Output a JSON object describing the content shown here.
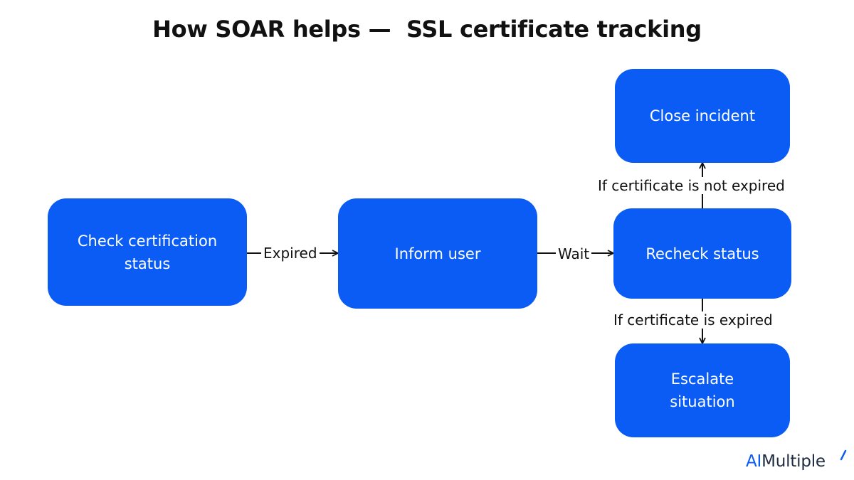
{
  "title": "How SOAR helps —  SSL certificate tracking",
  "nodes": {
    "check": "Check certification\nstatus",
    "inform": "Inform user",
    "recheck": "Recheck status",
    "close": "Close incident",
    "escalate": "Escalate\nsituation"
  },
  "edges": {
    "expired": "Expired",
    "wait": "Wait",
    "not_expired": "If certificate is not expired",
    "is_expired": "If certificate is expired"
  },
  "brand": {
    "prefix": "AI",
    "suffix": "Multiple"
  },
  "colors": {
    "node_fill": "#0b5cf5",
    "text": "#111111"
  }
}
